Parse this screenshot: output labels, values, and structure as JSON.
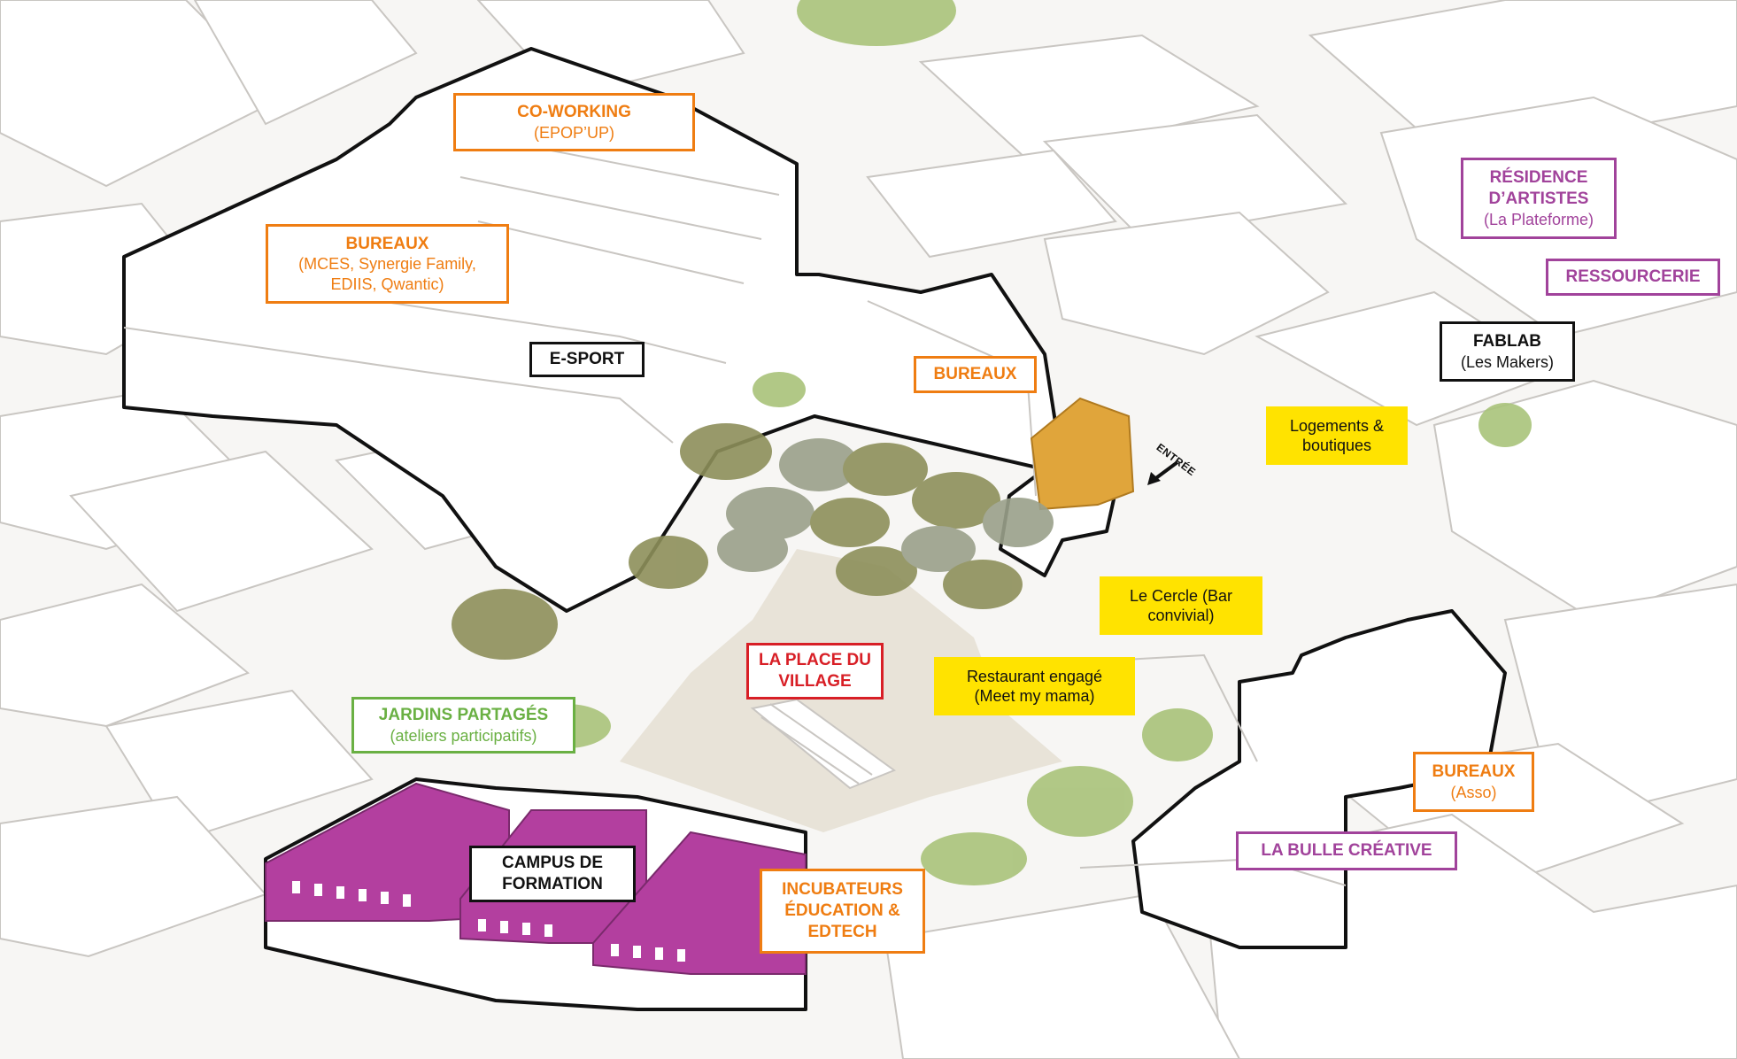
{
  "colors": {
    "orange": "#ef7d12",
    "purple": "#a1439b",
    "black": "#111111",
    "red": "#d81f26",
    "green": "#6ab043",
    "yellow": "#ffe300",
    "magenta_building": "#b33f9f",
    "gold_building": "#e0a53b",
    "building_fill": "#ffffff",
    "building_line": "#c9c6c2",
    "outline": "#111111",
    "ground": "#e8e3d8",
    "tree_olive": "#8d8f5a",
    "tree_grey": "#9aa08a",
    "tree_green": "#a9c37a"
  },
  "labels": [
    {
      "id": "coworking",
      "color": "orange",
      "filled": false,
      "title": "CO-WORKING",
      "subtitle": "(EPOP’UP)"
    },
    {
      "id": "bureaux-left",
      "color": "orange",
      "filled": false,
      "title": "BUREAUX",
      "subtitle": "(MCES, Synergie Family, EDIIS, Qwantic)"
    },
    {
      "id": "esport",
      "color": "black",
      "filled": false,
      "title": "E-SPORT",
      "subtitle": ""
    },
    {
      "id": "bureaux-center",
      "color": "orange",
      "filled": false,
      "title": "BUREAUX",
      "subtitle": ""
    },
    {
      "id": "residence",
      "color": "purple",
      "filled": false,
      "title": "RÉSIDENCE D’ARTISTES",
      "subtitle": "(La Plateforme)"
    },
    {
      "id": "ressourcerie",
      "color": "purple",
      "filled": false,
      "title": "RESSOURCERIE",
      "subtitle": ""
    },
    {
      "id": "fablab",
      "color": "black",
      "filled": false,
      "title": "FABLAB",
      "subtitle": "(Les Makers)"
    },
    {
      "id": "logements",
      "color": "yellow",
      "filled": true,
      "title": "",
      "subtitle": "Logements & boutiques"
    },
    {
      "id": "cercle",
      "color": "yellow",
      "filled": true,
      "title": "",
      "subtitle": "Le Cercle (Bar convivial)"
    },
    {
      "id": "restaurant",
      "color": "yellow",
      "filled": true,
      "title": "",
      "subtitle": "Restaurant engagé (Meet my mama)"
    },
    {
      "id": "place",
      "color": "red",
      "filled": false,
      "title": "LA PLACE DU VILLAGE",
      "subtitle": ""
    },
    {
      "id": "jardins",
      "color": "green",
      "filled": false,
      "title": "JARDINS PARTAGÉS",
      "subtitle": "(ateliers participatifs)"
    },
    {
      "id": "campus",
      "color": "black",
      "filled": false,
      "title": "CAMPUS DE FORMATION",
      "subtitle": ""
    },
    {
      "id": "incubateurs",
      "color": "orange",
      "filled": false,
      "title": "INCUBATEURS ÉDUCATION & EDTECH",
      "subtitle": ""
    },
    {
      "id": "bureaux-asso",
      "color": "orange",
      "filled": false,
      "title": "BUREAUX",
      "subtitle": "(Asso)"
    },
    {
      "id": "bulle",
      "color": "purple",
      "filled": false,
      "title": "LA BULLE CRÉATIVE",
      "subtitle": ""
    }
  ],
  "entrance": {
    "label": "ENTRÉE"
  }
}
